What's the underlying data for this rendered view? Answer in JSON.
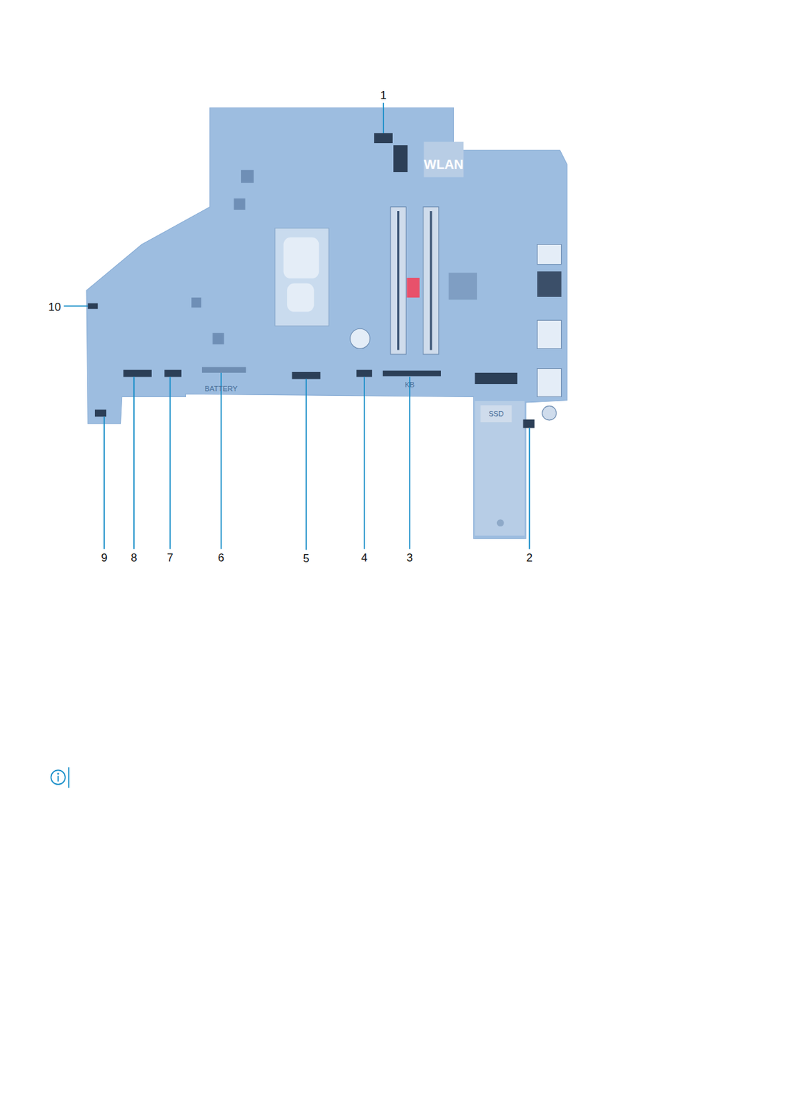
{
  "diagram": {
    "labels": [
      "1",
      "2",
      "3",
      "4",
      "5",
      "6",
      "7",
      "8",
      "9",
      "10",
      "WLAN",
      "SSD",
      "KB",
      "BATTERY"
    ]
  }
}
